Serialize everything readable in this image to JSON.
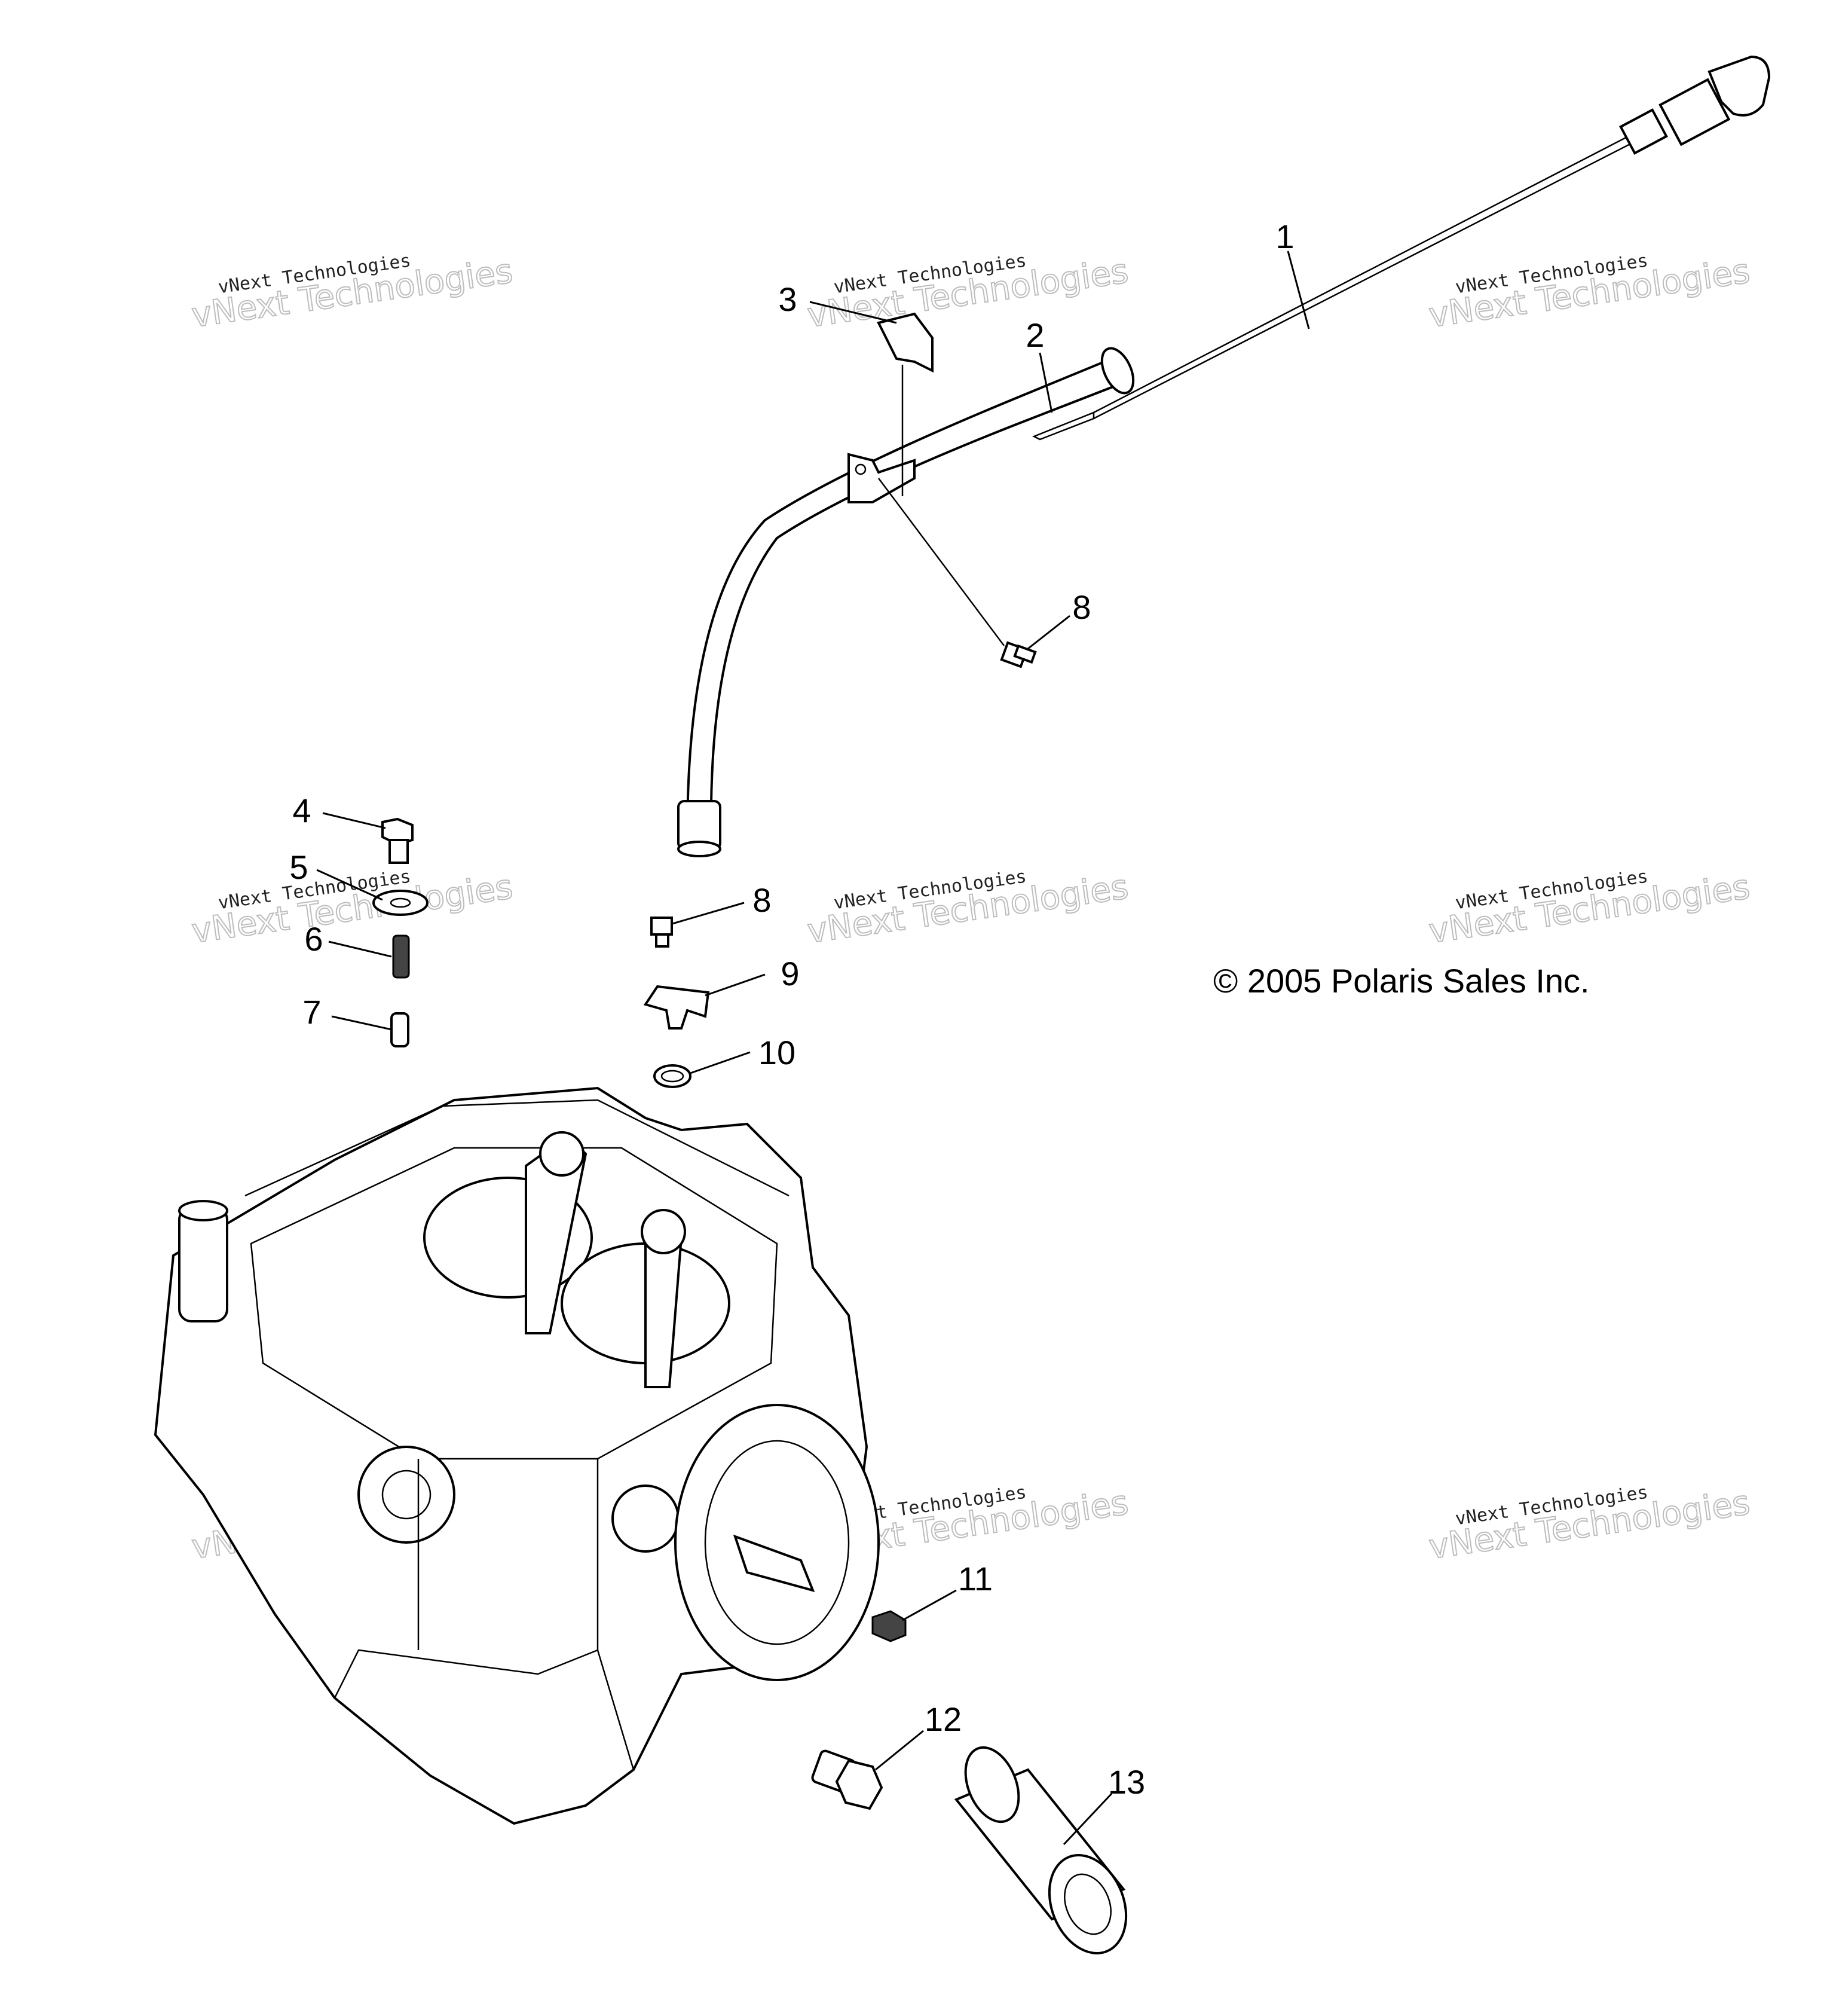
{
  "callouts": [
    {
      "id": "1",
      "label": "1"
    },
    {
      "id": "2",
      "label": "2"
    },
    {
      "id": "3",
      "label": "3"
    },
    {
      "id": "4",
      "label": "4"
    },
    {
      "id": "5",
      "label": "5"
    },
    {
      "id": "6",
      "label": "6"
    },
    {
      "id": "7",
      "label": "7"
    },
    {
      "id": "8a",
      "label": "8"
    },
    {
      "id": "8b",
      "label": "8"
    },
    {
      "id": "9",
      "label": "9"
    },
    {
      "id": "10",
      "label": "10"
    },
    {
      "id": "11",
      "label": "11"
    },
    {
      "id": "12",
      "label": "12"
    },
    {
      "id": "13",
      "label": "13"
    }
  ],
  "copyright": "© 2005 Polaris Sales Inc.",
  "watermark": {
    "line1": "vNext Technologies",
    "line2": "vNext Technologies"
  }
}
